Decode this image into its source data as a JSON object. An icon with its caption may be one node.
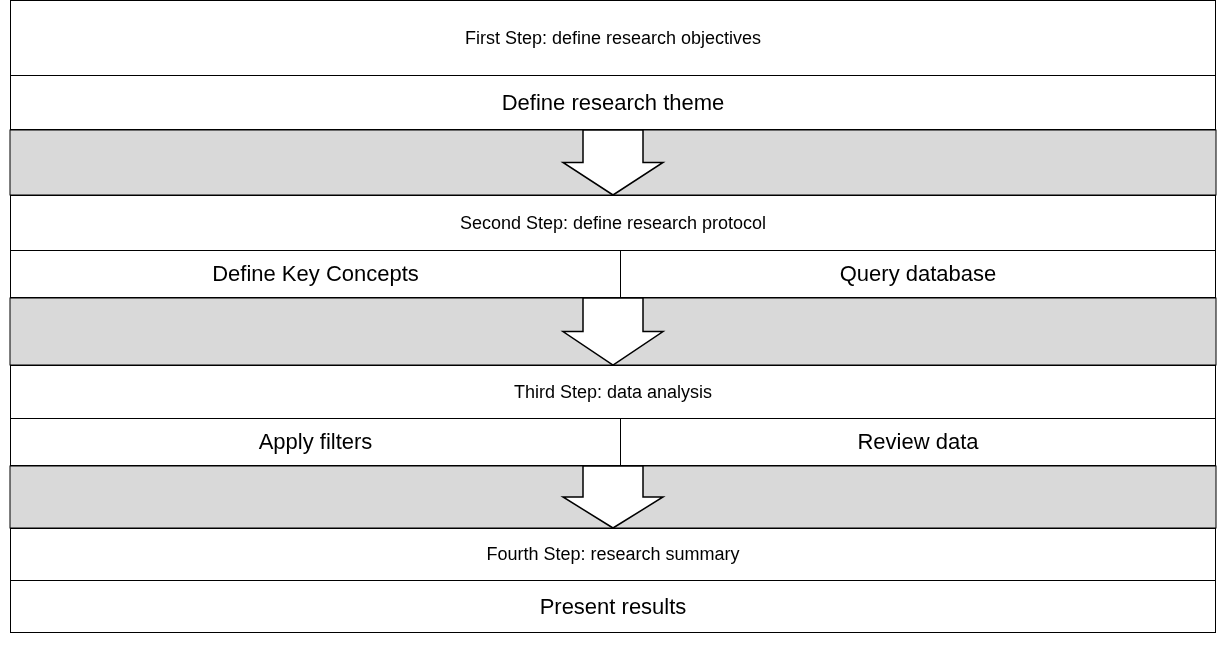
{
  "diagram": {
    "nodes": [
      {
        "text": [
          "First Step: define research objectives"
        ]
      },
      {
        "text": [
          "Define research theme"
        ]
      },
      {
        "text": [
          "Second Step: define research protocol"
        ]
      },
      {
        "text": [
          "Define Key Concepts"
        ]
      },
      {
        "text": [
          "Query database"
        ]
      },
      {
        "text": [
          "Third Step: data analysis"
        ]
      },
      {
        "text": [
          "Apply filters"
        ]
      },
      {
        "text": [
          "Review data"
        ]
      },
      {
        "text": [
          "Fourth Step: research summary"
        ]
      },
      {
        "text": [
          "Present results"
        ]
      }
    ],
    "edges": [
      {
        "from": 1,
        "to": 2,
        "arrow": "to"
      },
      {
        "from": 3,
        "to": 5,
        "arrow": "to"
      },
      {
        "from": 4,
        "to": 5,
        "arrow": "to"
      },
      {
        "from": 6,
        "to": 8,
        "arrow": "to"
      },
      {
        "from": 7,
        "to": 8,
        "arrow": "to"
      }
    ]
  }
}
